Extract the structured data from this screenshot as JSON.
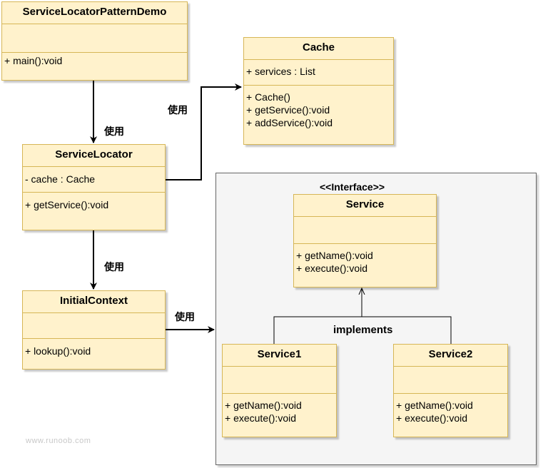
{
  "classes": {
    "demo": {
      "name": "ServiceLocatorPatternDemo",
      "attributes": [],
      "methods": [
        "+ main():void"
      ]
    },
    "cache": {
      "name": "Cache",
      "attributes": [
        "+ services : List"
      ],
      "methods": [
        "+ Cache()",
        "+ getService():void",
        "+ addService():void"
      ]
    },
    "locator": {
      "name": "ServiceLocator",
      "attributes": [
        "- cache : Cache"
      ],
      "methods": [
        "+ getService():void"
      ]
    },
    "context": {
      "name": "InitialContext",
      "attributes": [],
      "methods": [
        "+ lookup():void"
      ]
    },
    "service": {
      "name": "Service",
      "attributes": [],
      "methods": [
        "+ getName():void",
        "+ execute():void"
      ]
    },
    "service1": {
      "name": "Service1",
      "attributes": [],
      "methods": [
        "+ getName():void",
        "+ execute():void"
      ]
    },
    "service2": {
      "name": "Service2",
      "attributes": [],
      "methods": [
        "+ getName():void",
        "+ execute():void"
      ]
    }
  },
  "labels": {
    "uses_demo_locator": "使用",
    "uses_locator_cache": "使用",
    "uses_locator_context": "使用",
    "uses_context_package": "使用",
    "interface_stereotype": "<<Interface>>",
    "implements": "implements"
  },
  "watermark": "www.runoob.com",
  "colors": {
    "class_fill": "#fff2cc",
    "class_border": "#d6b656",
    "package_fill": "#f5f5f5",
    "package_border": "#666666"
  }
}
